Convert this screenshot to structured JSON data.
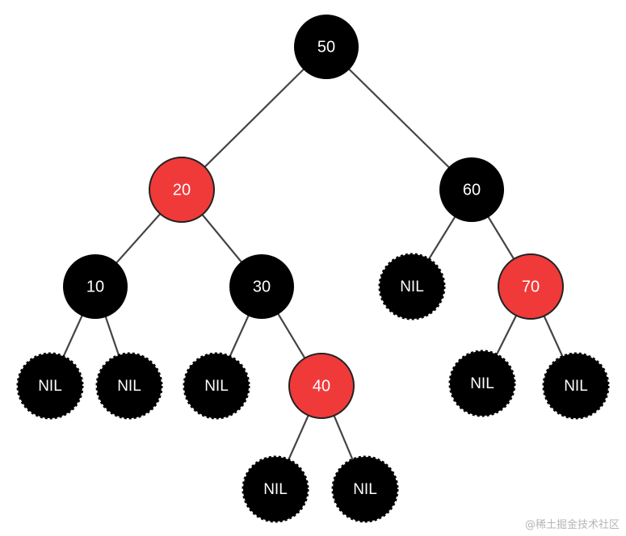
{
  "colors": {
    "black_node": "#000000",
    "red_node": "#f03a3a",
    "edge": "#444444",
    "label": "#ffffff"
  },
  "tree": {
    "nodes": [
      {
        "id": "n50",
        "label": "50",
        "color": "black"
      },
      {
        "id": "n20",
        "label": "20",
        "color": "red"
      },
      {
        "id": "n60",
        "label": "60",
        "color": "black"
      },
      {
        "id": "n10",
        "label": "10",
        "color": "black"
      },
      {
        "id": "n30",
        "label": "30",
        "color": "black"
      },
      {
        "id": "nilA",
        "label": "NIL",
        "color": "nil"
      },
      {
        "id": "n70",
        "label": "70",
        "color": "red"
      },
      {
        "id": "nilB",
        "label": "NIL",
        "color": "nil"
      },
      {
        "id": "nilC",
        "label": "NIL",
        "color": "nil"
      },
      {
        "id": "nilD",
        "label": "NIL",
        "color": "nil"
      },
      {
        "id": "n40",
        "label": "40",
        "color": "red"
      },
      {
        "id": "nilE",
        "label": "NIL",
        "color": "nil"
      },
      {
        "id": "nilF",
        "label": "NIL",
        "color": "nil"
      },
      {
        "id": "nilG",
        "label": "NIL",
        "color": "nil"
      },
      {
        "id": "nilH",
        "label": "NIL",
        "color": "nil"
      }
    ],
    "edges": [
      [
        "n50",
        "n20"
      ],
      [
        "n50",
        "n60"
      ],
      [
        "n20",
        "n10"
      ],
      [
        "n20",
        "n30"
      ],
      [
        "n60",
        "nilA"
      ],
      [
        "n60",
        "n70"
      ],
      [
        "n10",
        "nilB"
      ],
      [
        "n10",
        "nilC"
      ],
      [
        "n30",
        "nilD"
      ],
      [
        "n30",
        "n40"
      ],
      [
        "n70",
        "nilE"
      ],
      [
        "n70",
        "nilF"
      ],
      [
        "n40",
        "nilG"
      ],
      [
        "n40",
        "nilH"
      ]
    ]
  },
  "watermark": "@稀土掘金技术社区"
}
